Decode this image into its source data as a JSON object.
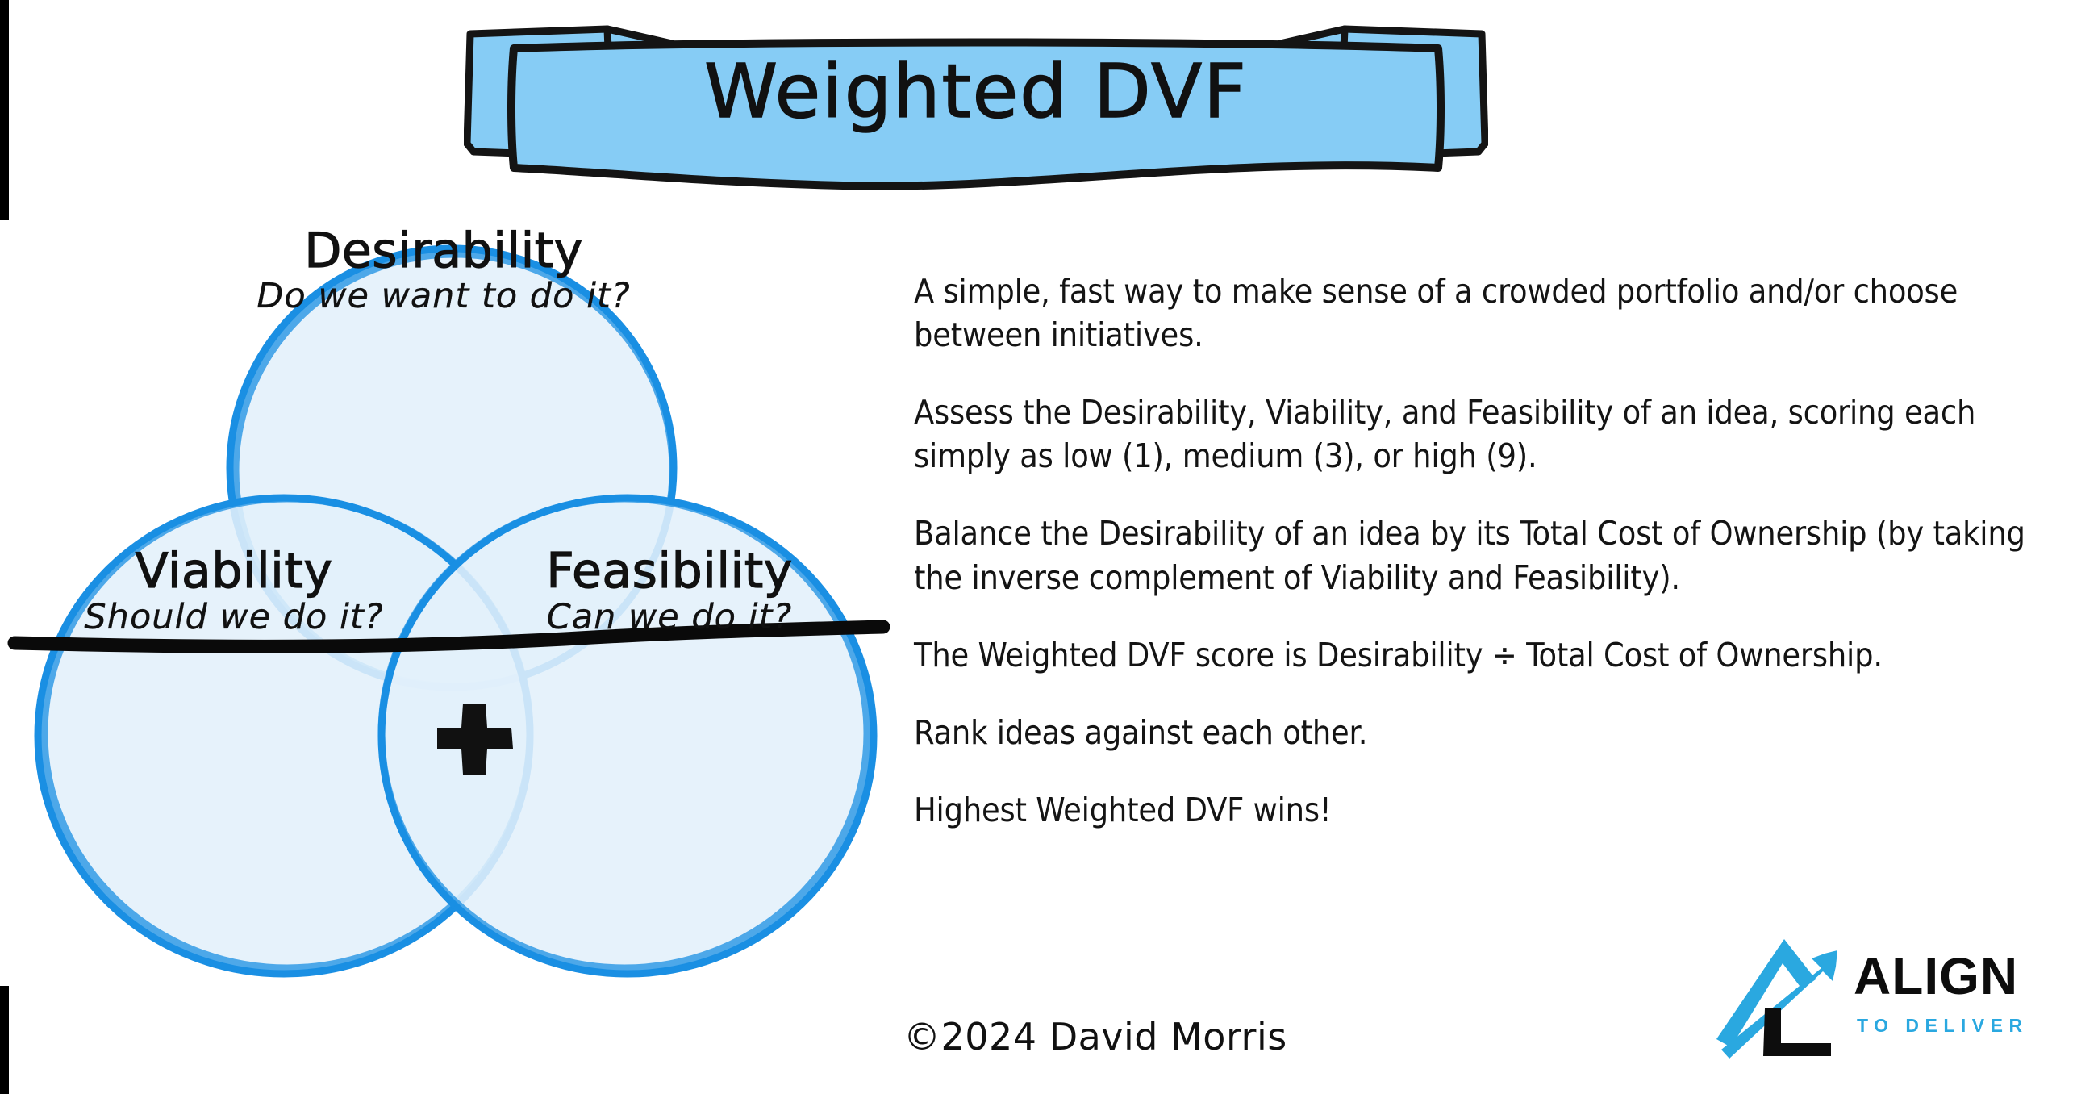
{
  "banner": {
    "title": "Weighted DVF",
    "fill_color": "#86ccf5",
    "outline_color": "#111111"
  },
  "venn": {
    "stroke_color": "#1a8fe3",
    "fill_color": "#e2f0fb",
    "center_icon": "plus-icon",
    "circles": [
      {
        "key": "desirability",
        "title": "Desirability",
        "question": "Do we want to do it?"
      },
      {
        "key": "viability",
        "title": "Viability",
        "question": "Should we do it?"
      },
      {
        "key": "feasibility",
        "title": "Feasibility",
        "question": "Can we do it?"
      }
    ]
  },
  "copy": {
    "paragraphs": [
      "A simple, fast way to make sense of a crowded portfolio and/or choose between initiatives.",
      "Assess the Desirability, Viability, and Feasibility of an idea, scoring each simply as low (1), medium (3), or high (9).",
      "Balance the Desirability of an idea by its Total Cost of Ownership (by taking the inverse complement of Viability and Feasibility).",
      "The Weighted DVF score is Desirability ÷ Total Cost of Ownership.",
      "Rank ideas against each other.",
      "Highest Weighted DVF wins!"
    ]
  },
  "footer": {
    "copyright": "©2024 David Morris"
  },
  "logo": {
    "wordmark": "ALIGN",
    "tagline": "TO DELIVER",
    "mark_blue": "#2aa8e0",
    "mark_black": "#0d0d0d"
  }
}
